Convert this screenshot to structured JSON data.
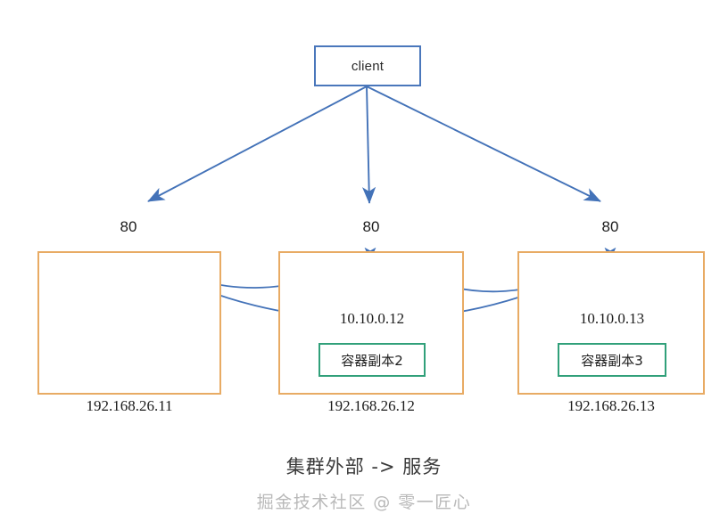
{
  "diagram": {
    "caption": "集群外部 -> 服务",
    "watermark": "掘金技术社区 @ 零一匠心",
    "colors": {
      "client_border": "#4a77bb",
      "host_border": "#e8ab64",
      "pod_border": "#31a07a",
      "arrow": "#4372b8",
      "text": "#1b1b1b",
      "background": "#ffffff"
    },
    "client": {
      "label": "client"
    },
    "hosts": [
      {
        "id": "host-1",
        "port": "80",
        "ip": "192.168.26.11",
        "cluster_ip": "",
        "pod": ""
      },
      {
        "id": "host-2",
        "port": "80",
        "ip": "192.168.26.12",
        "cluster_ip": "10.10.0.12",
        "pod": "容器副本2"
      },
      {
        "id": "host-3",
        "port": "80",
        "ip": "192.168.26.13",
        "cluster_ip": "10.10.0.13",
        "pod": "容器副本3"
      }
    ]
  }
}
